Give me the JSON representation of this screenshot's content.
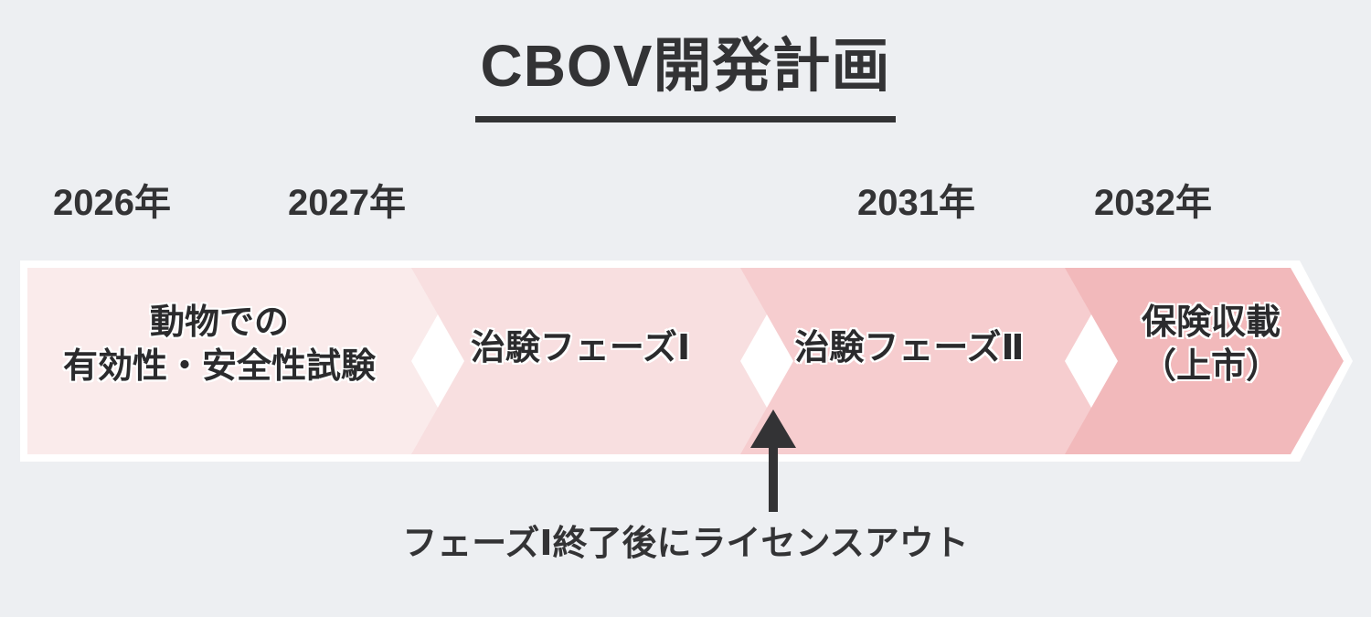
{
  "page": {
    "background_color": "#edeff2",
    "text_color": "#333335"
  },
  "header": {
    "title": "CBOV開発計画"
  },
  "timeline": {
    "years": [
      {
        "label": "2026年"
      },
      {
        "label": "2027年"
      },
      {
        "label": "2031年"
      },
      {
        "label": "2032年"
      }
    ],
    "continuation": "...."
  },
  "phases": {
    "segments": [
      {
        "name": "animal-study",
        "lines": [
          "動物での",
          "有効性・安全性試験"
        ],
        "color": "#faebeb"
      },
      {
        "name": "clinical-phase-1",
        "lines": [
          "治験フェーズⅠ"
        ],
        "color": "#f8dfe0"
      },
      {
        "name": "clinical-phase-2",
        "lines": [
          "治験フェーズⅡ"
        ],
        "color": "#f6cdcf"
      },
      {
        "name": "insurance-listing",
        "lines": [
          "保険収載",
          "（上市）"
        ],
        "color": "#f2b9bb"
      }
    ],
    "border_color": "#ffffff"
  },
  "callout": {
    "text": "フェーズⅠ終了後にライセンスアウト",
    "arrow_color": "#333335"
  }
}
